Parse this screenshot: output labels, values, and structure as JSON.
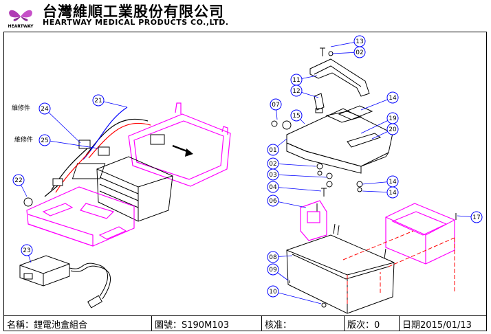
{
  "company": {
    "name_zh": "台灣維順工業股份有限公司",
    "name_en": "HEARTWAY MEDICAL PRODUCTS CO.,LTD.",
    "logo_text": "HEARTWAY"
  },
  "diagram": {
    "callouts": [
      {
        "id": "c01",
        "label": "01"
      },
      {
        "id": "c02a",
        "label": "02"
      },
      {
        "id": "c02b",
        "label": "02"
      },
      {
        "id": "c03",
        "label": "03"
      },
      {
        "id": "c04",
        "label": "04"
      },
      {
        "id": "c06",
        "label": "06"
      },
      {
        "id": "c07",
        "label": "07"
      },
      {
        "id": "c08",
        "label": "08"
      },
      {
        "id": "c09",
        "label": "09"
      },
      {
        "id": "c10",
        "label": "10"
      },
      {
        "id": "c11",
        "label": "11"
      },
      {
        "id": "c12",
        "label": "12"
      },
      {
        "id": "c13",
        "label": "13"
      },
      {
        "id": "c14a",
        "label": "14"
      },
      {
        "id": "c14b",
        "label": "14"
      },
      {
        "id": "c14c",
        "label": "14"
      },
      {
        "id": "c15",
        "label": "15"
      },
      {
        "id": "c17",
        "label": "17"
      },
      {
        "id": "c19",
        "label": "19"
      },
      {
        "id": "c20",
        "label": "20"
      },
      {
        "id": "c21",
        "label": "21"
      },
      {
        "id": "c22",
        "label": "22"
      },
      {
        "id": "c23",
        "label": "23"
      },
      {
        "id": "c24",
        "label": "24"
      },
      {
        "id": "c25",
        "label": "25"
      }
    ],
    "side_labels": {
      "repair_24": "維修件",
      "repair_25": "維修件"
    },
    "colors": {
      "highlight": "#ff00ff",
      "leader": "#0000ff",
      "wire_red": "#ff0000",
      "line": "#000000"
    }
  },
  "title_block": {
    "name_label": "名稱：鋰電池盒組合",
    "drawing_no": "圖號：S190M103",
    "approve": "核准：",
    "version": "版次：0",
    "date": "日期2015/01/13"
  }
}
